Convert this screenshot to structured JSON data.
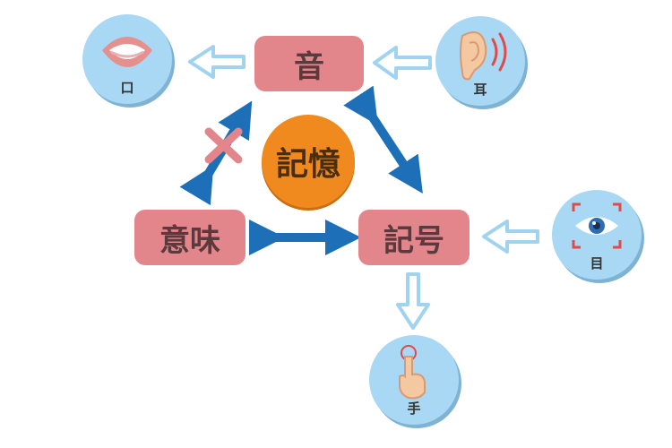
{
  "nodes": {
    "sound": "音",
    "meaning": "意味",
    "symbol": "記号",
    "memory": "記憶"
  },
  "senses": {
    "mouth": "口",
    "ear": "耳",
    "eye": "目",
    "hand": "手"
  },
  "colors": {
    "box": "#e3868c",
    "memory": "#f08a1e",
    "sense": "#a8d8f4",
    "arrow_strong": "#1d6fb8",
    "arrow_light": "#9fd3f0",
    "cross": "#e3868c"
  },
  "icons": [
    "mouth-icon",
    "ear-icon",
    "eye-icon",
    "hand-icon",
    "cross-mark-icon"
  ]
}
